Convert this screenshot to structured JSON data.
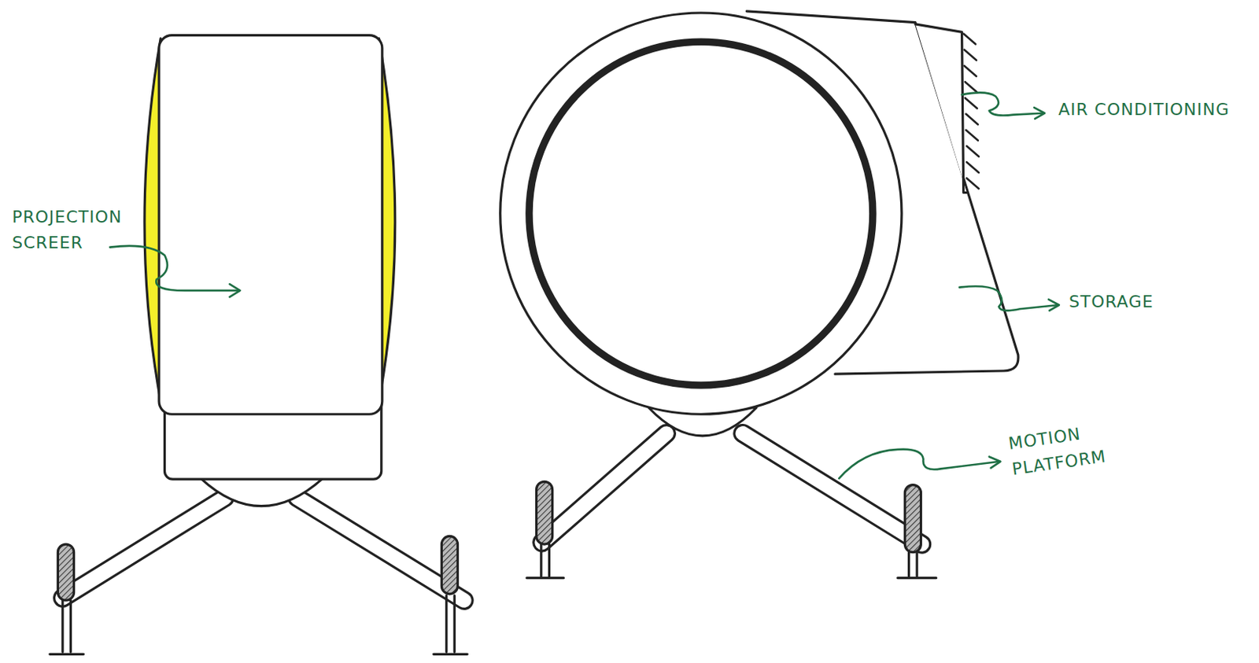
{
  "diagram": {
    "labels": [
      "PROJECTION SCREER",
      "AIR CONDITIONING",
      "STORAGE",
      "MOTION PLATFORM"
    ]
  }
}
